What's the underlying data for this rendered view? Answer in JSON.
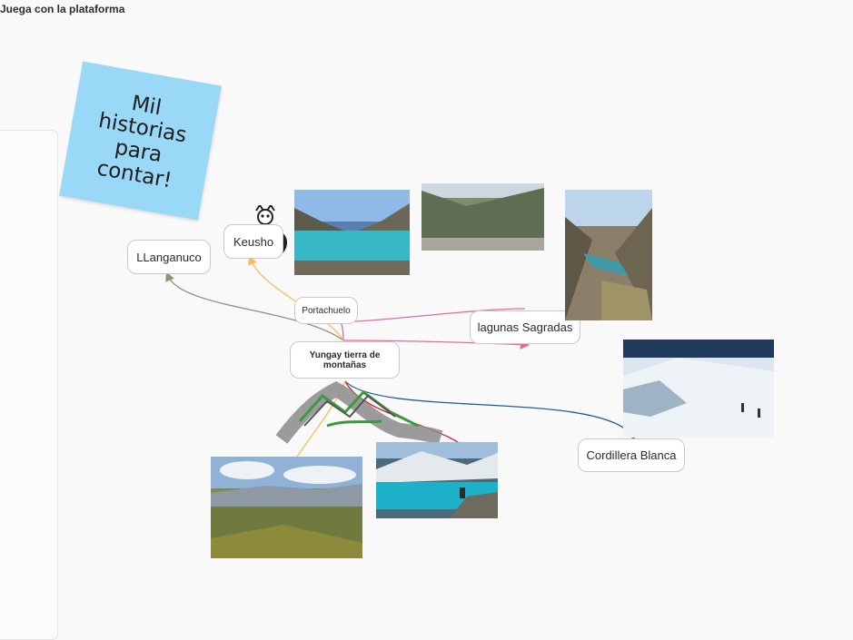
{
  "header": {
    "title": "Juega con la plataforma"
  },
  "sticky_note": {
    "text": "Mil\nhistorias\npara\ncontar!",
    "color": "#9ad8f7"
  },
  "nodes": {
    "center": "Yungay tierra de montañas",
    "llanganuco": "LLanganuco",
    "keusho": "Keusho",
    "portachuelo": "Portachuelo",
    "lagunas": "lagunas Sagradas",
    "cordillera": "Cordillera Blanca"
  },
  "connector_colors": {
    "llanganuco": "#8a9478",
    "keusho": "#f5bf5c",
    "portachuelo": "#e06aa8",
    "lagunas": "#e06aa8",
    "cordillera": "#1f5f9e",
    "lake_photo": "#c0202a",
    "valley_photo": "#f5bf5c"
  },
  "icons": {
    "character": "husky-dog-icon",
    "drawing": "mountain-sketch-icon"
  }
}
